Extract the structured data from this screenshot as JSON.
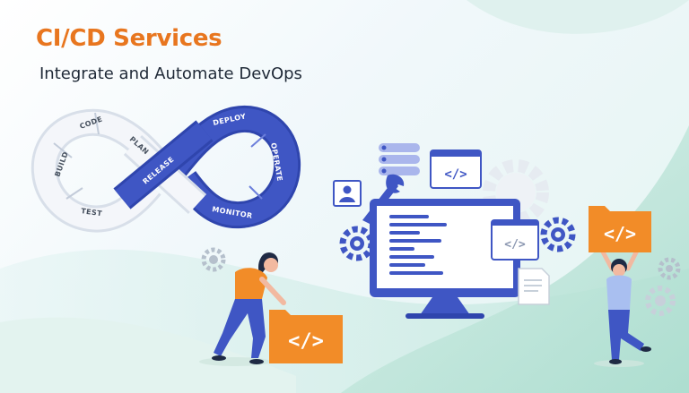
{
  "banner": {
    "headline": "CI/CD Services",
    "subheadline": "Integrate and Automate DevOps"
  },
  "devops_loop": {
    "stages": {
      "build": "BUILD",
      "code": "CODE",
      "plan": "PLAN",
      "test": "TEST",
      "release": "RELEASE",
      "deploy": "DEPLOY",
      "operate": "OPERATE",
      "monitor": "MONITOR"
    }
  },
  "code_symbol": "</>",
  "icons": [
    "infinity-loop-icon",
    "monitor-icon",
    "code-window-icon",
    "server-stack-icon",
    "wrench-icon",
    "gear-icon",
    "user-card-icon",
    "folder-icon",
    "document-icon"
  ],
  "colors": {
    "headline": "#e8761f",
    "subheadline": "#1f2937",
    "accent_blue": "#3f56c4",
    "accent_orange": "#f28c28",
    "loop_light": "#e6ebf2",
    "background": "#eaf6f4"
  }
}
